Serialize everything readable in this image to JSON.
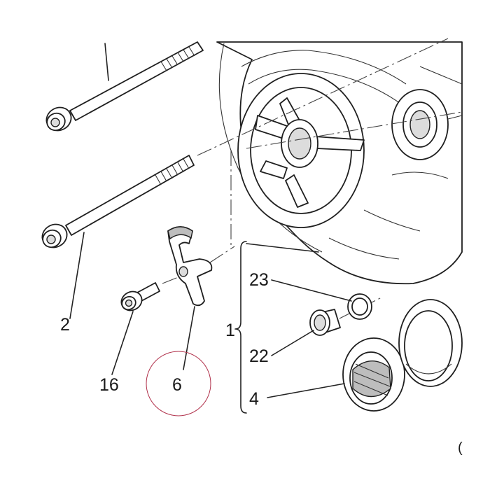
{
  "callouts": {
    "c1": "1",
    "c2": "2",
    "c4": "4",
    "c6": "6",
    "c16": "16",
    "c22": "22",
    "c23": "23",
    "c_edge": "("
  },
  "colors": {
    "line": "#222222",
    "highlight_circle": "#b0304a",
    "background": "#ffffff"
  }
}
